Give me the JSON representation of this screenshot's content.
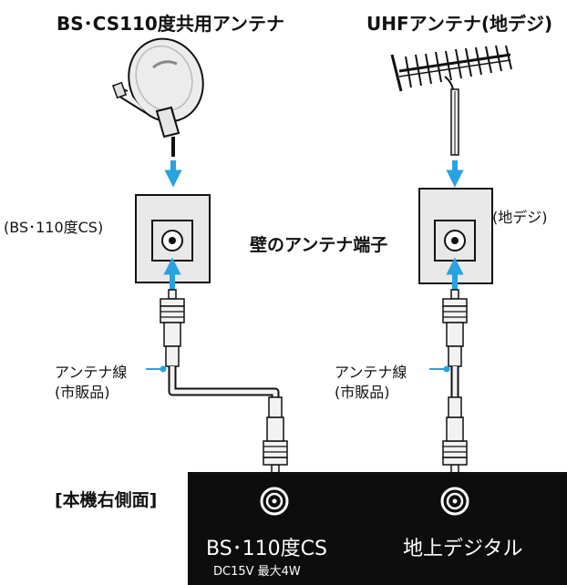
{
  "titles": {
    "satellite_antenna": "BS･CS110度共用アンテナ",
    "uhf_antenna": "UHFアンテナ(地デジ)"
  },
  "wall_outlet": {
    "left_label": "(BS･110度CS)",
    "center_label": "壁のアンテナ端子",
    "right_label": "(地デジ)"
  },
  "cables": {
    "left_label": "アンテナ線",
    "left_sublabel": "(市販品)",
    "right_label": "アンテナ線",
    "right_sublabel": "(市販品)"
  },
  "device": {
    "side_label": "[本機右側面]",
    "bs_port_label": "BS･110度CS",
    "bs_power_note": "DC15V 最大4W",
    "terrestrial_port_label": "地上デジタル"
  },
  "colors": {
    "arrow": "#29a3df",
    "outlet_fill": "#e8e8e8",
    "cable_fill": "#f2f2f2",
    "panel_background": "#0d0d0d",
    "panel_text": "#ffffff"
  }
}
